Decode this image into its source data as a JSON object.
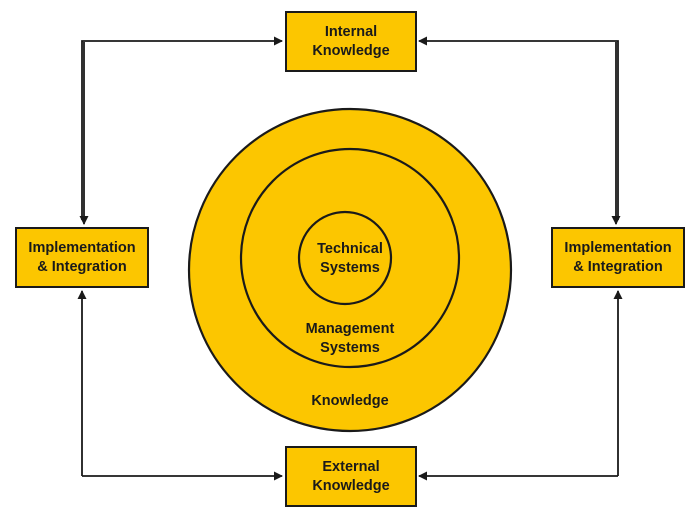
{
  "colors": {
    "fill": "#fcc600",
    "stroke": "#1a1a1a",
    "background": "#ffffff"
  },
  "boxes": {
    "internal": "Internal\nKnowledge",
    "external": "External\nKnowledge",
    "left": "Implementation\n& Integration",
    "right": "Implementation\n& Integration"
  },
  "circles": {
    "inner": "Technical\nSystems",
    "middle": "Management\nSystems",
    "outer": "Knowledge"
  }
}
